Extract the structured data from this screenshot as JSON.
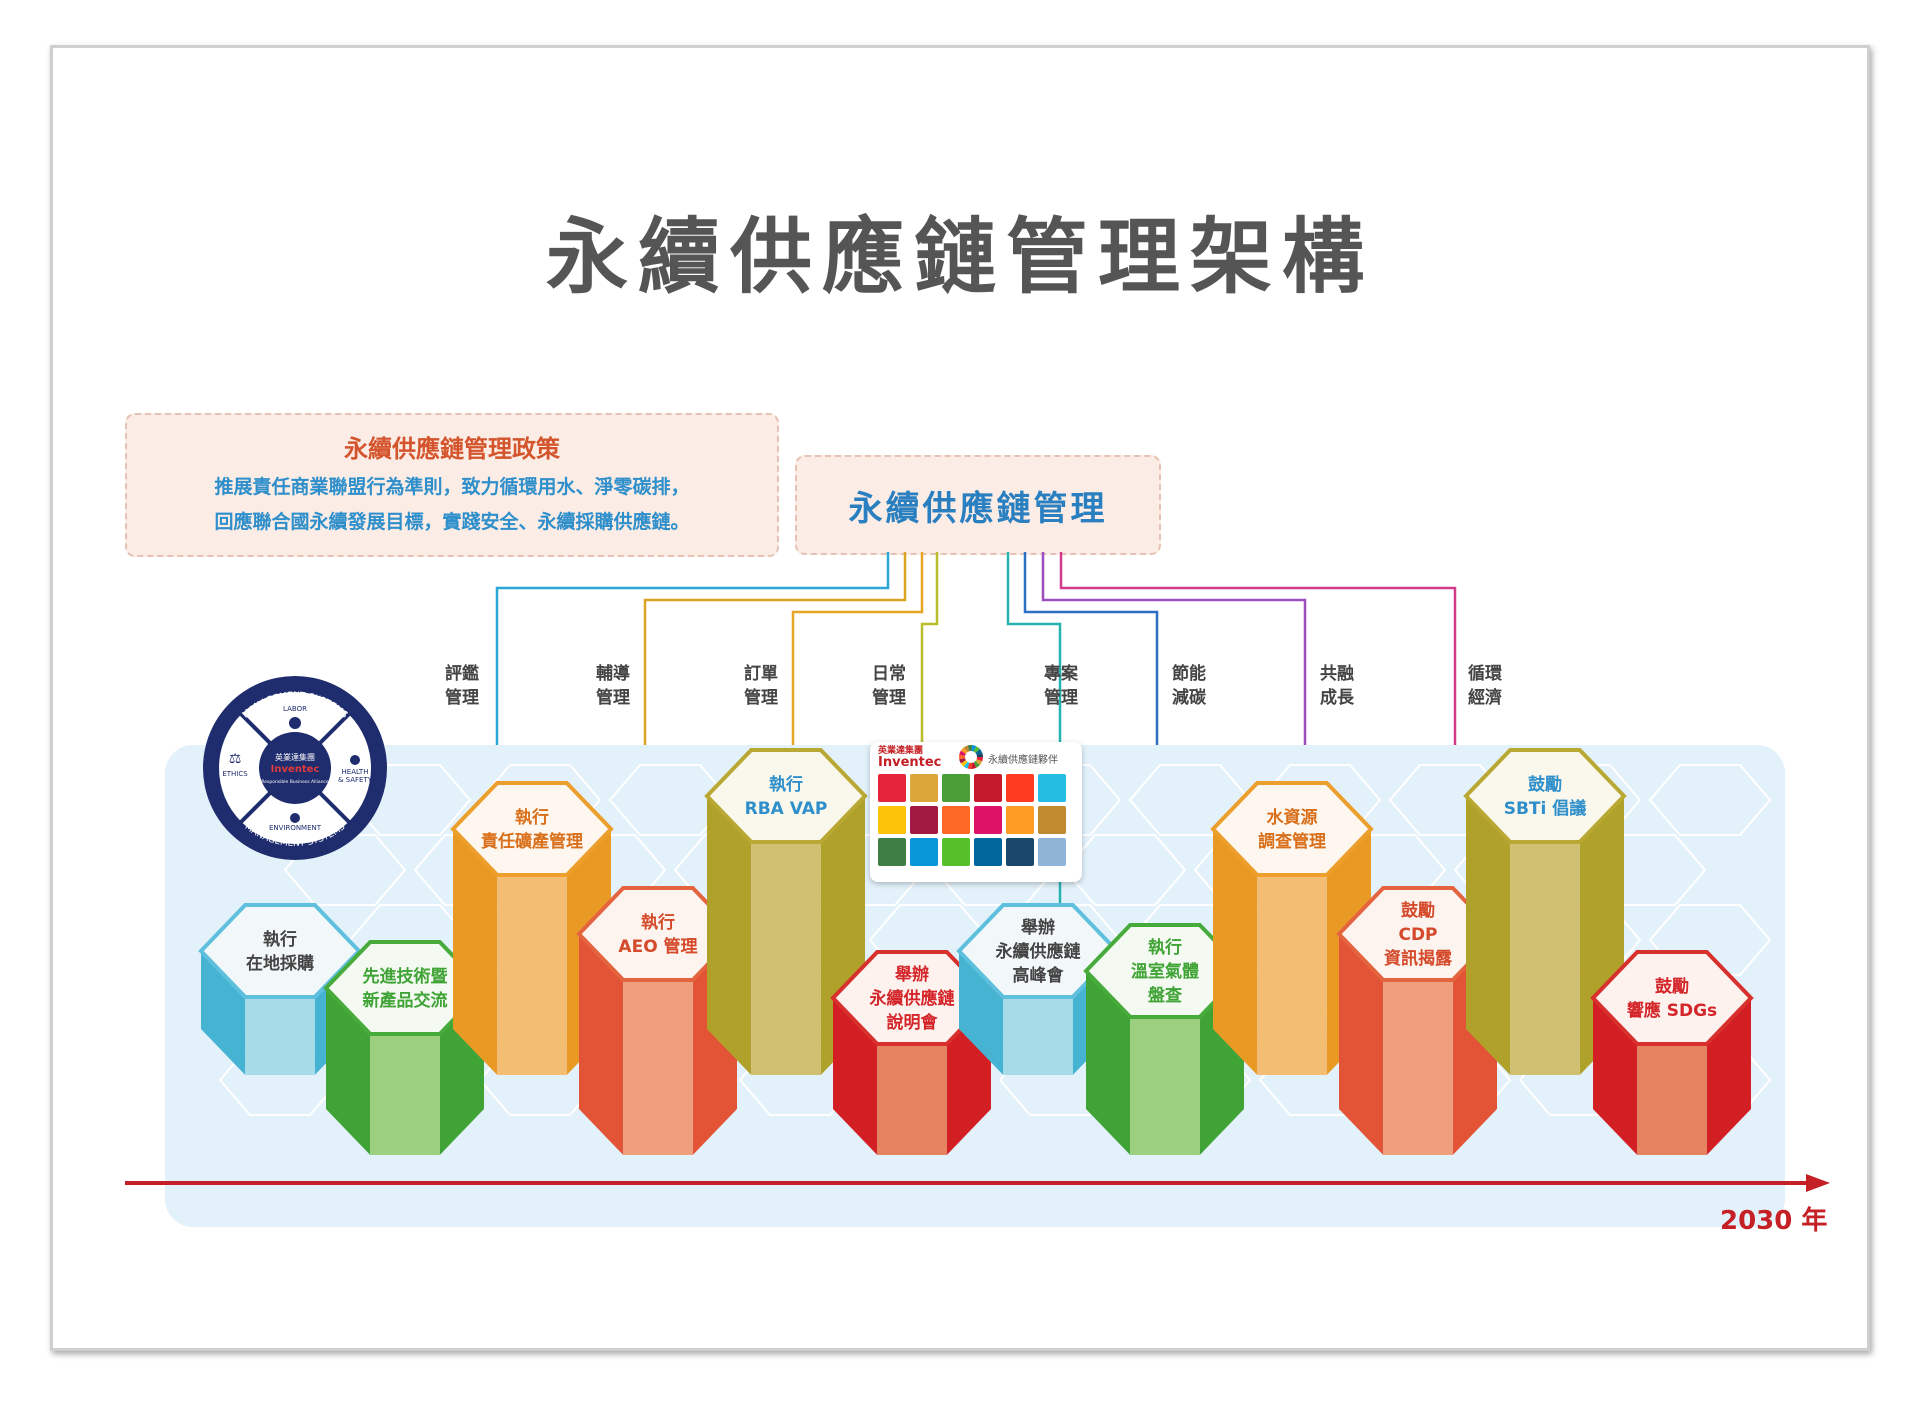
{
  "title": "永續供應鏈管理架構",
  "policy": {
    "title": "永續供應鏈管理政策",
    "line1": "推展責任商業聯盟行為準則，致力循環用水、淨零碳排，",
    "line2": "回應聯合國永續發展目標，實踐安全、永續採購供應鏈。"
  },
  "center": "永續供應鏈管理",
  "categories": [
    {
      "l1": "評鑑",
      "l2": "管理",
      "color": "#2aa7d6"
    },
    {
      "l1": "輔導",
      "l2": "管理",
      "color": "#d9a521"
    },
    {
      "l1": "訂單",
      "l2": "管理",
      "color": "#e8a424"
    },
    {
      "l1": "日常",
      "l2": "管理",
      "color": "#b9bd2a"
    },
    {
      "l1": "專案",
      "l2": "管理",
      "color": "#25b3b0"
    },
    {
      "l1": "節能",
      "l2": "減碳",
      "color": "#2d6fc2"
    },
    {
      "l1": "共融",
      "l2": "成長",
      "color": "#9b4fc0"
    },
    {
      "l1": "循環",
      "l2": "經濟",
      "color": "#d43a8a"
    }
  ],
  "rba_circle": {
    "top": "MANAGEMENT SYSTEMS",
    "bottom": "MANAGEMENT SYSTEMS",
    "labor": "LABOR",
    "ethics": "ETHICS",
    "health1": "HEALTH",
    "health2": "& SAFETY",
    "environment": "ENVIRONMENT",
    "center1": "英業達集團",
    "center2": "Inventec",
    "center3": "Responsible Business Alliance"
  },
  "sdg_card": {
    "brand1": "英業達集團",
    "brand2": "Inventec",
    "label": "永續供應鏈夥伴",
    "colors": [
      "#e5243b",
      "#dda63a",
      "#4c9f38",
      "#c5192d",
      "#ff3a21",
      "#26bde2",
      "#fcc30b",
      "#a21942",
      "#fd6925",
      "#dd1367",
      "#fd9d24",
      "#bf8b2e",
      "#3f7e44",
      "#0a97d9",
      "#56c02b",
      "#00689d",
      "#19486a",
      "#8fb4d6"
    ]
  },
  "hexagons": [
    {
      "lines": [
        "執行",
        "在地採購"
      ],
      "color": "light-blue"
    },
    {
      "lines": [
        "先進技術暨",
        "新產品交流"
      ],
      "color": "green"
    },
    {
      "lines": [
        "執行",
        "責任礦產管理"
      ],
      "color": "orange"
    },
    {
      "lines": [
        "執行",
        "AEO 管理"
      ],
      "color": "red-orange"
    },
    {
      "lines": [
        "執行",
        "RBA VAP"
      ],
      "color": "olive"
    },
    {
      "lines": [
        "舉辦",
        "永續供應鏈",
        "說明會"
      ],
      "color": "red"
    },
    {
      "lines": [
        "舉辦",
        "永續供應鏈",
        "高峰會"
      ],
      "color": "light-blue"
    },
    {
      "lines": [
        "執行",
        "溫室氣體",
        "盤查"
      ],
      "color": "green"
    },
    {
      "lines": [
        "水資源",
        "調查管理"
      ],
      "color": "orange"
    },
    {
      "lines": [
        "鼓勵",
        "CDP",
        "資訊揭露"
      ],
      "color": "red-orange"
    },
    {
      "lines": [
        "鼓勵",
        "SBTi 倡議"
      ],
      "color": "olive"
    },
    {
      "lines": [
        "鼓勵",
        "響應 SDGs"
      ],
      "color": "red"
    }
  ],
  "palette": {
    "light-blue": {
      "top": "#f2f8fa",
      "front": "#a8dbe8",
      "side": "#47b3d3",
      "stroke": "#5fc0dd",
      "text": "#444444"
    },
    "green": {
      "top": "#f4faf1",
      "front": "#9ccf7e",
      "side": "#3fa335",
      "stroke": "#47ab3c",
      "text": "#3fa335"
    },
    "orange": {
      "top": "#fdf7ef",
      "front": "#f3bd74",
      "side": "#e99a24",
      "stroke": "#ec9f2d",
      "text": "#d96f1a"
    },
    "red-orange": {
      "top": "#fdf4ef",
      "front": "#ef9f7e",
      "side": "#e25435",
      "stroke": "#e56440",
      "text": "#d44a2a"
    },
    "olive": {
      "top": "#faf8ec",
      "front": "#d2c072",
      "side": "#b0a12a",
      "stroke": "#b9a833",
      "text": "#2f8fcb"
    },
    "red": {
      "top": "#fdf2ee",
      "front": "#e5825f",
      "side": "#d31e23",
      "stroke": "#d8302c",
      "text": "#d4262a"
    }
  },
  "timeline": {
    "label": "2030 年",
    "color": "#c42025"
  }
}
